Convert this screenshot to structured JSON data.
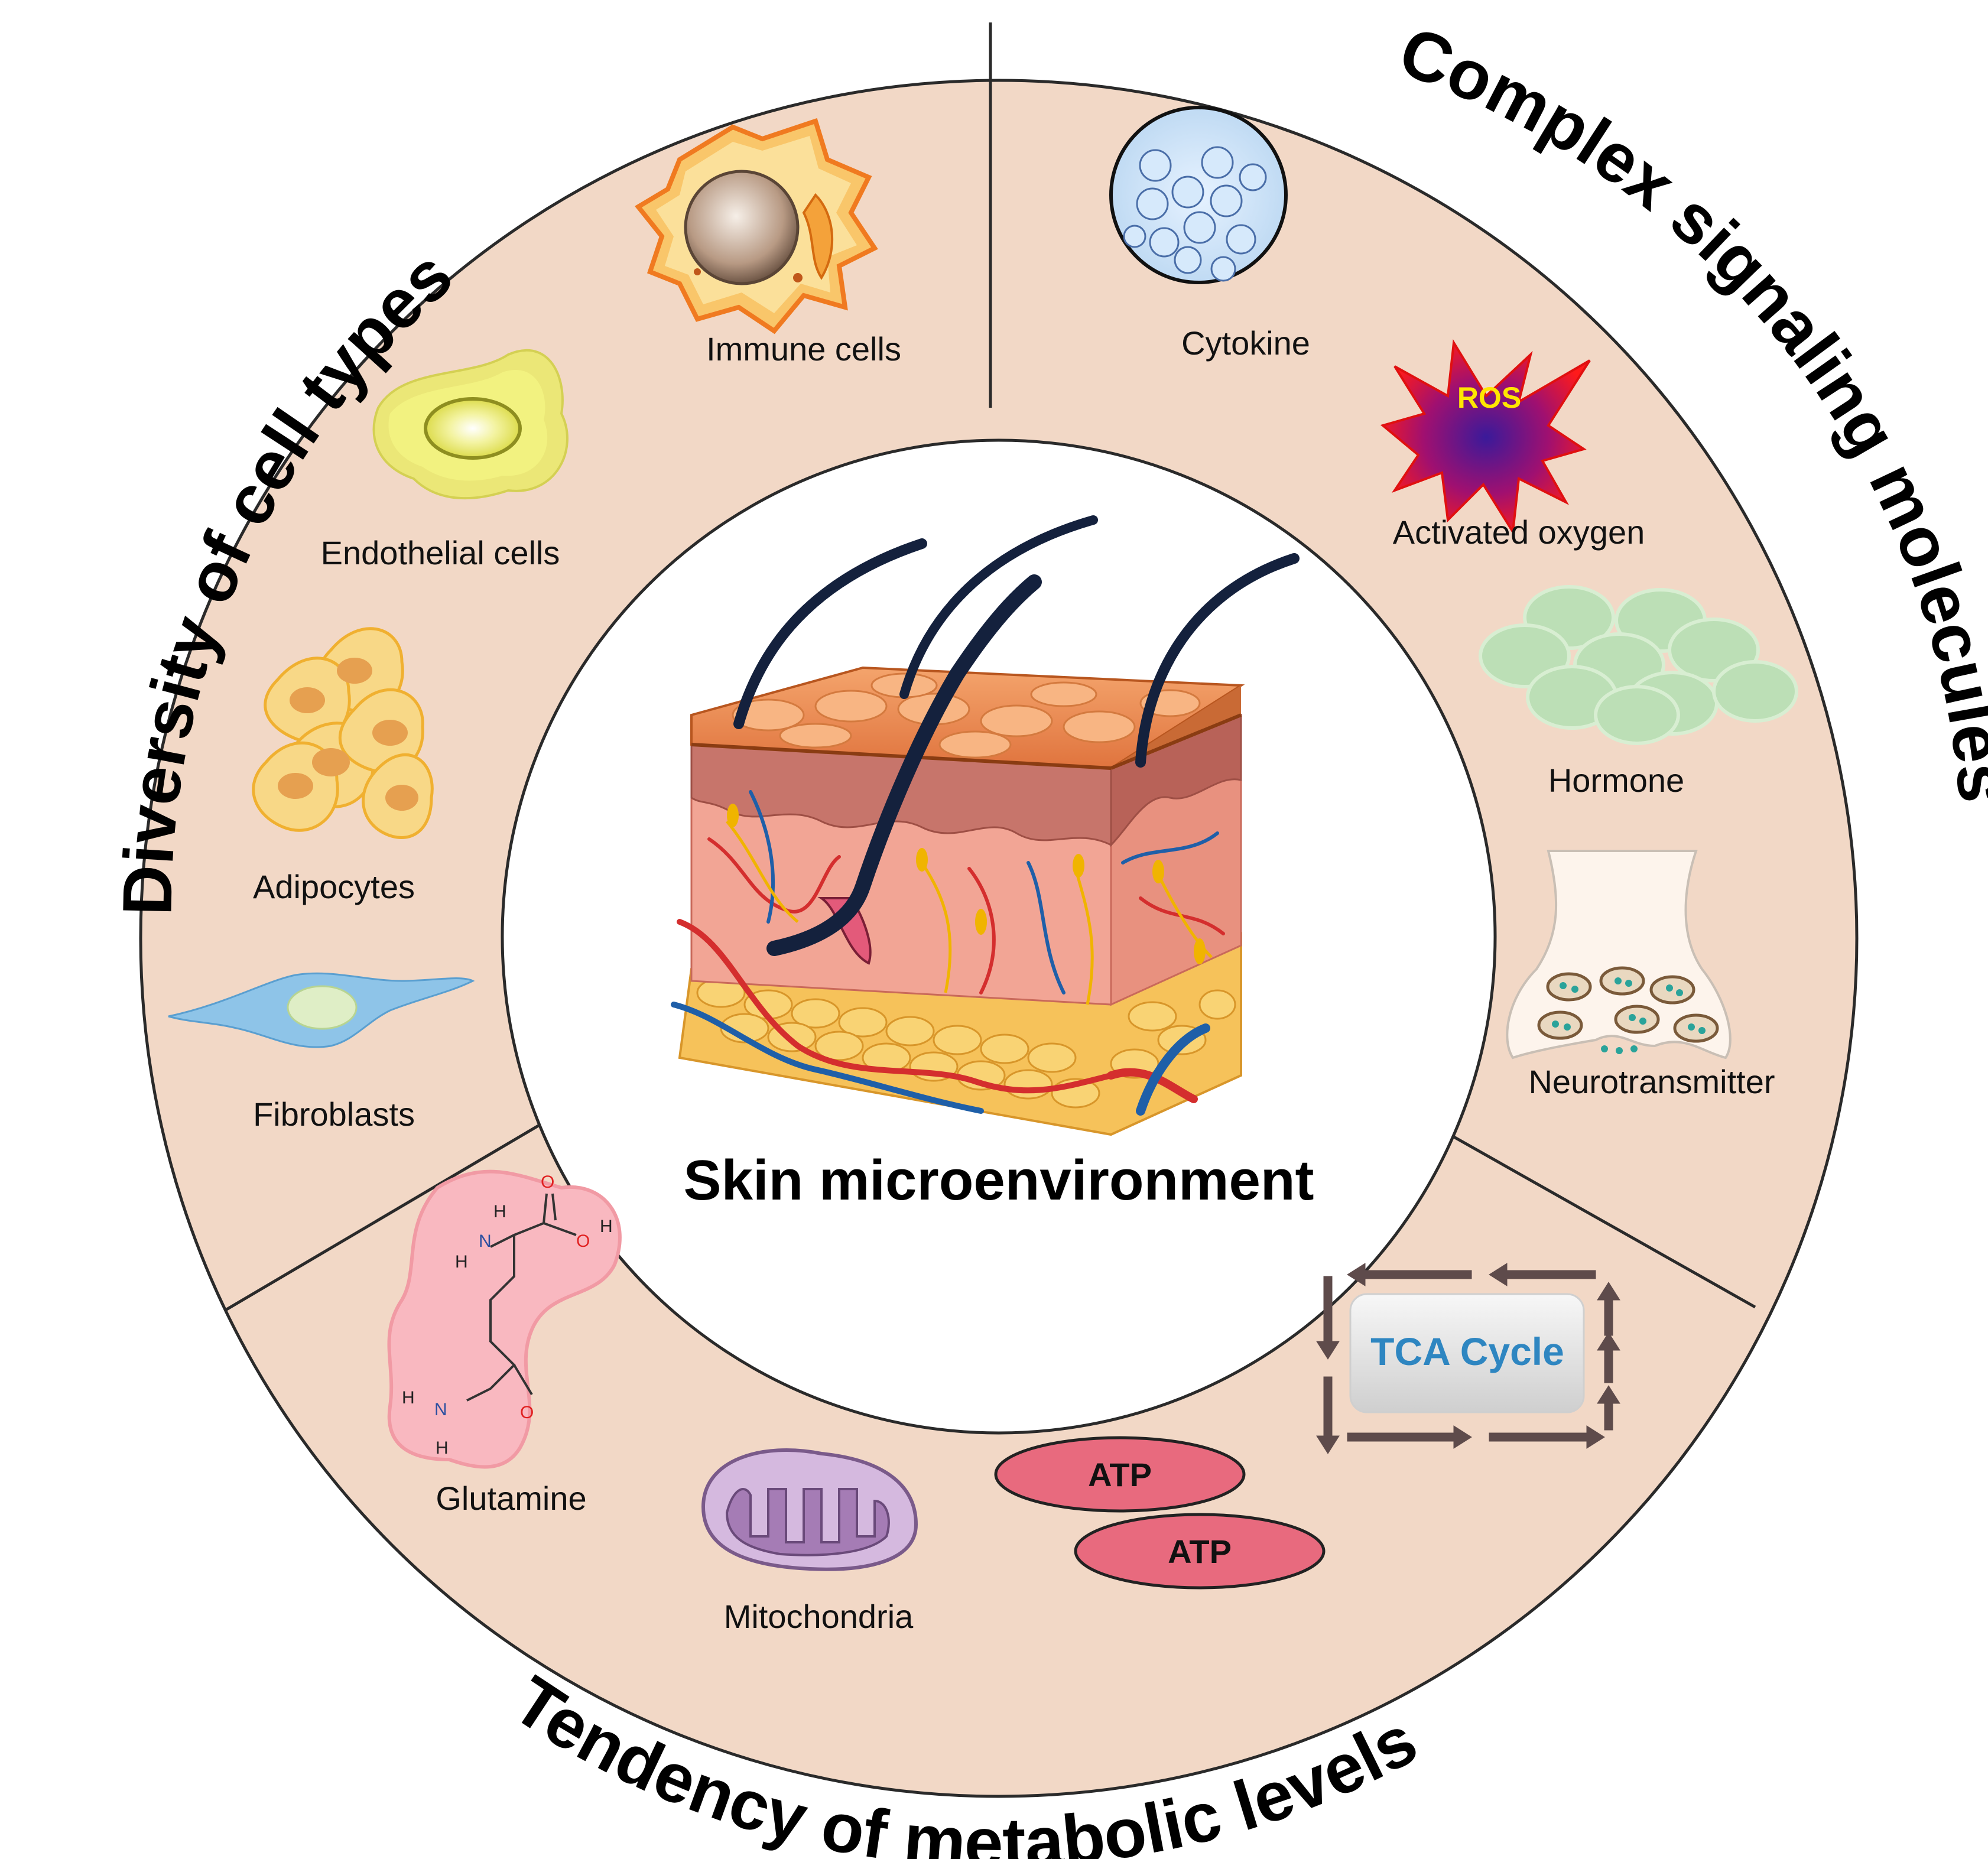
{
  "center": {
    "title": "Skin  microenvironment"
  },
  "sections": {
    "cells": {
      "title": "Diversity of cell types",
      "items": [
        "Immune cells",
        "Endothelial cells",
        "Adipocytes",
        "Fibroblasts"
      ]
    },
    "signaling": {
      "title": "Complex signaling molecules",
      "items": [
        "Cytokine",
        "Activated oxygen",
        "Hormone",
        "Neurotransmitter"
      ],
      "ros_badge": "ROS"
    },
    "metabolic": {
      "title": "Tendency of metabolic levels",
      "items": [
        "Glutamine",
        "Mitochondria"
      ],
      "atp_labels": [
        "ATP",
        "ATP"
      ],
      "tca_label": "TCA Cycle"
    }
  },
  "glutamine_atoms": {
    "h": "H",
    "n": "N",
    "o": "O"
  },
  "colors": {
    "ring_fill": "#F2D8C6",
    "ring_stroke": "#2a2a2a",
    "center_fill": "#ffffff",
    "tca_text": "#2E86C1",
    "ros_text": "#FFE600",
    "atp_fill": "#E86A7E"
  }
}
